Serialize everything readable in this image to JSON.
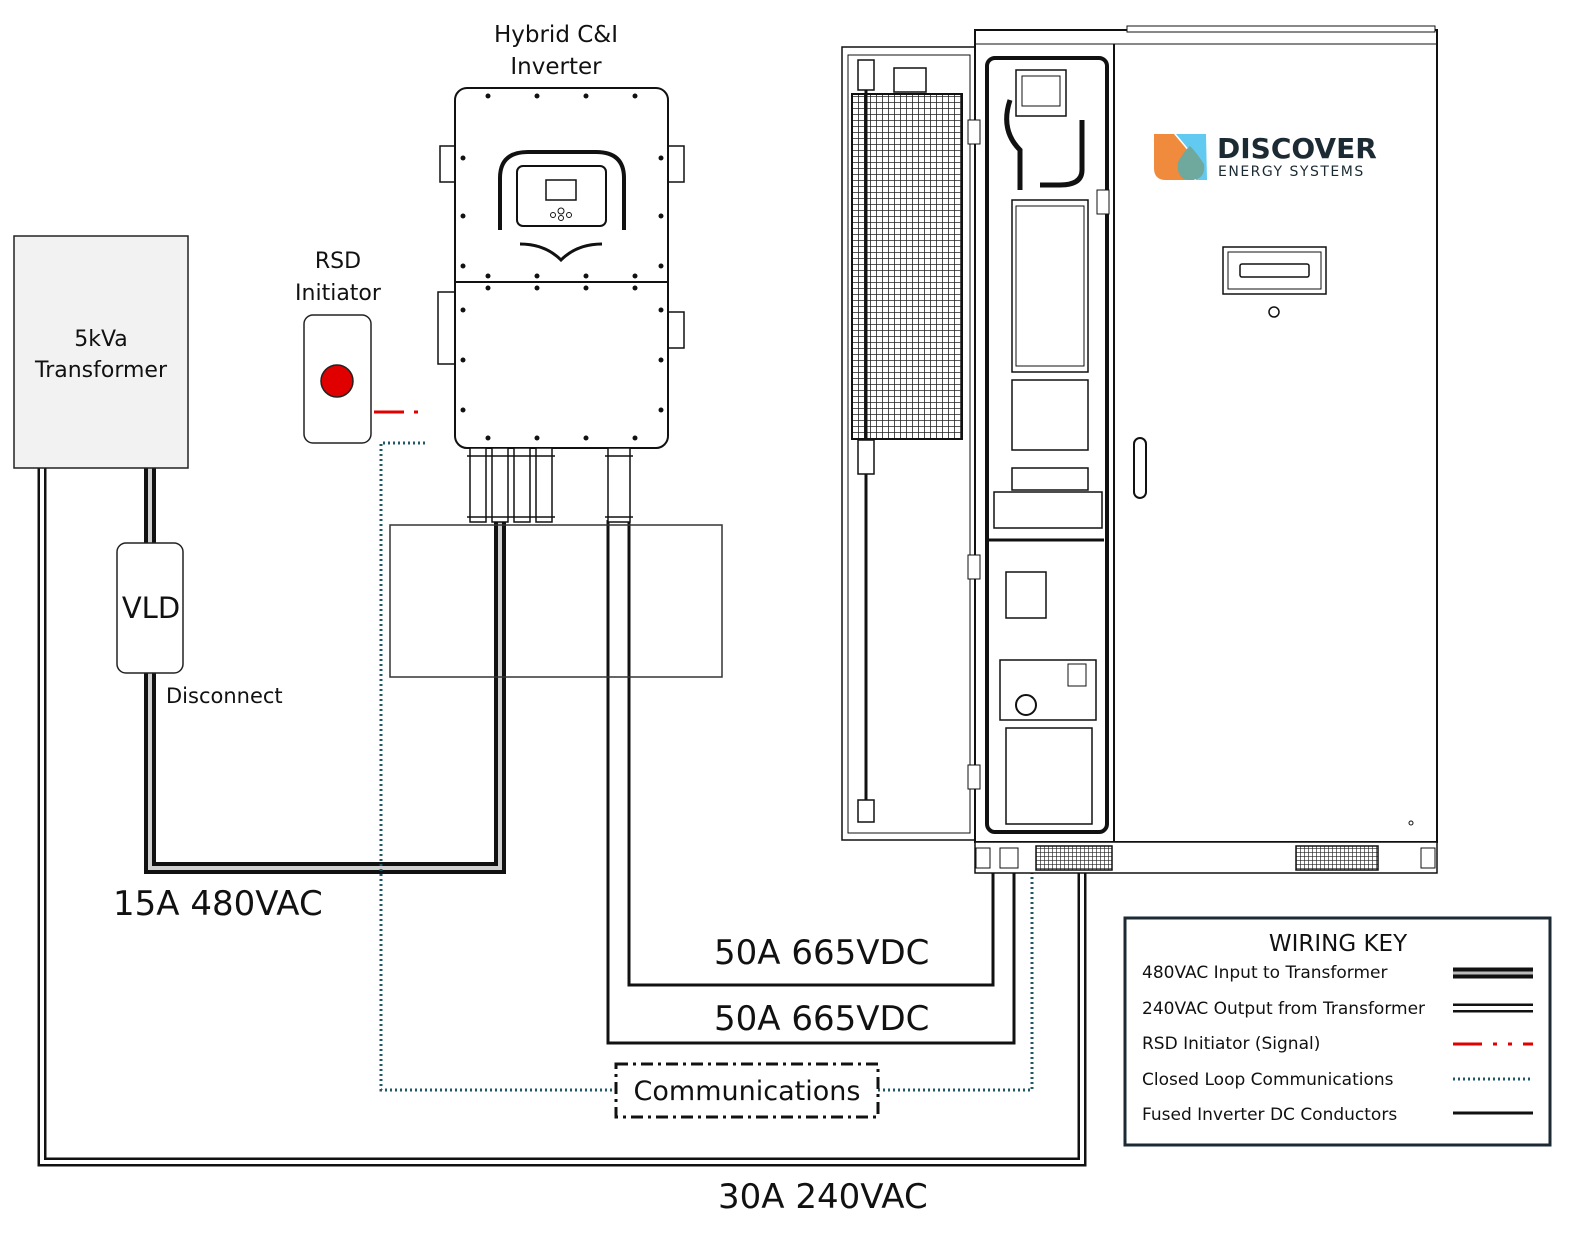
{
  "labels": {
    "inverter_line1": "Hybrid C&I",
    "inverter_line2": "Inverter",
    "rsd_line1": "RSD",
    "rsd_line2": "Initiator",
    "transformer_line1": "5kVa",
    "transformer_line2": "Transformer",
    "vld": "VLD",
    "disconnect": "Disconnect",
    "ac_480": "15A 480VAC",
    "dc_1": "50A 665VDC",
    "dc_2": "50A 665VDC",
    "communications": "Communications",
    "ac_240": "30A 240VAC"
  },
  "brand": {
    "name": "DISCOVER",
    "tagline": "ENERGY SYSTEMS",
    "colors": {
      "orange": "#F08A3C",
      "blue": "#62C9F0",
      "teal": "#6FA89C",
      "text": "#1c2b33"
    }
  },
  "wiring_key": {
    "title": "WIRING KEY",
    "items": [
      {
        "label": "480VAC Input to Transformer",
        "style": "double-heavy"
      },
      {
        "label": "240VAC Output from Transformer",
        "style": "double"
      },
      {
        "label": "RSD Initiator (Signal)",
        "style": "red-dash-dot"
      },
      {
        "label": "Closed Loop Communications",
        "style": "dotted"
      },
      {
        "label": "Fused Inverter DC Conductors",
        "style": "solid"
      }
    ]
  },
  "colors": {
    "line": "#111111",
    "rsd_signal": "#e00000",
    "comms": "#1f5968",
    "key_border": "#1b2a33",
    "rsd_button": "#e00000",
    "transformer_fill": "#f2f2f2"
  }
}
